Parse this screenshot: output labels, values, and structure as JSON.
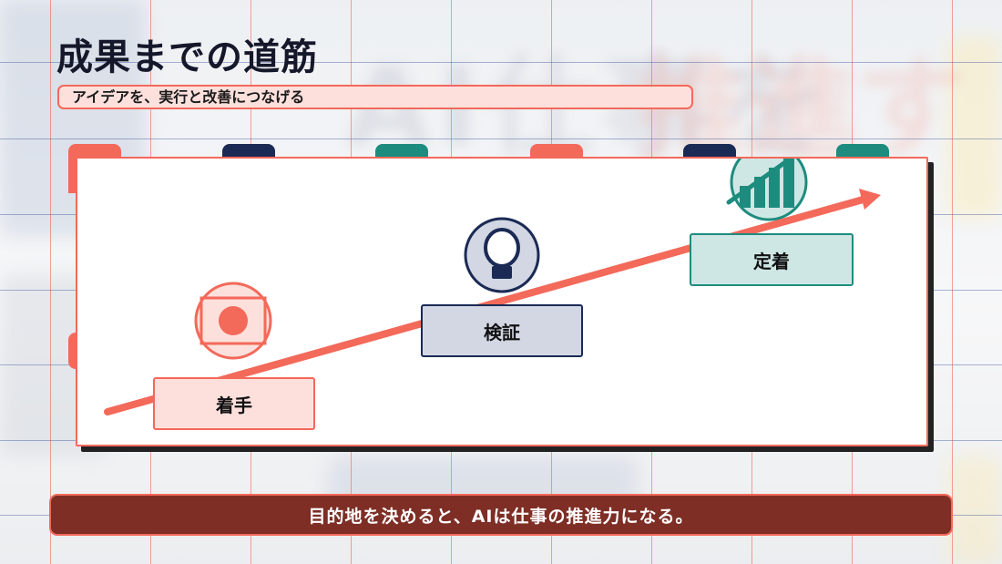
{
  "slide": {
    "title": "成果までの道筋",
    "subtitle": "アイデアを、実行と改善につなげる",
    "footer": "目的地を決めると、AIは仕事の推進力になる。"
  },
  "stages": [
    {
      "label": "着手",
      "icon": "target-icon"
    },
    {
      "label": "検証",
      "icon": "lightbulb-icon"
    },
    {
      "label": "定着",
      "icon": "growth-chart-icon"
    }
  ],
  "colors": {
    "accent_coral": "#f3695a",
    "accent_light_coral": "#fde0dc",
    "navy": "#1b2a55",
    "navy_light": "#d2d7e3",
    "teal": "#1d8c7e",
    "teal_light": "#cfe7e4",
    "footer_bg": "#7e2e25",
    "title_text": "#15172a"
  }
}
